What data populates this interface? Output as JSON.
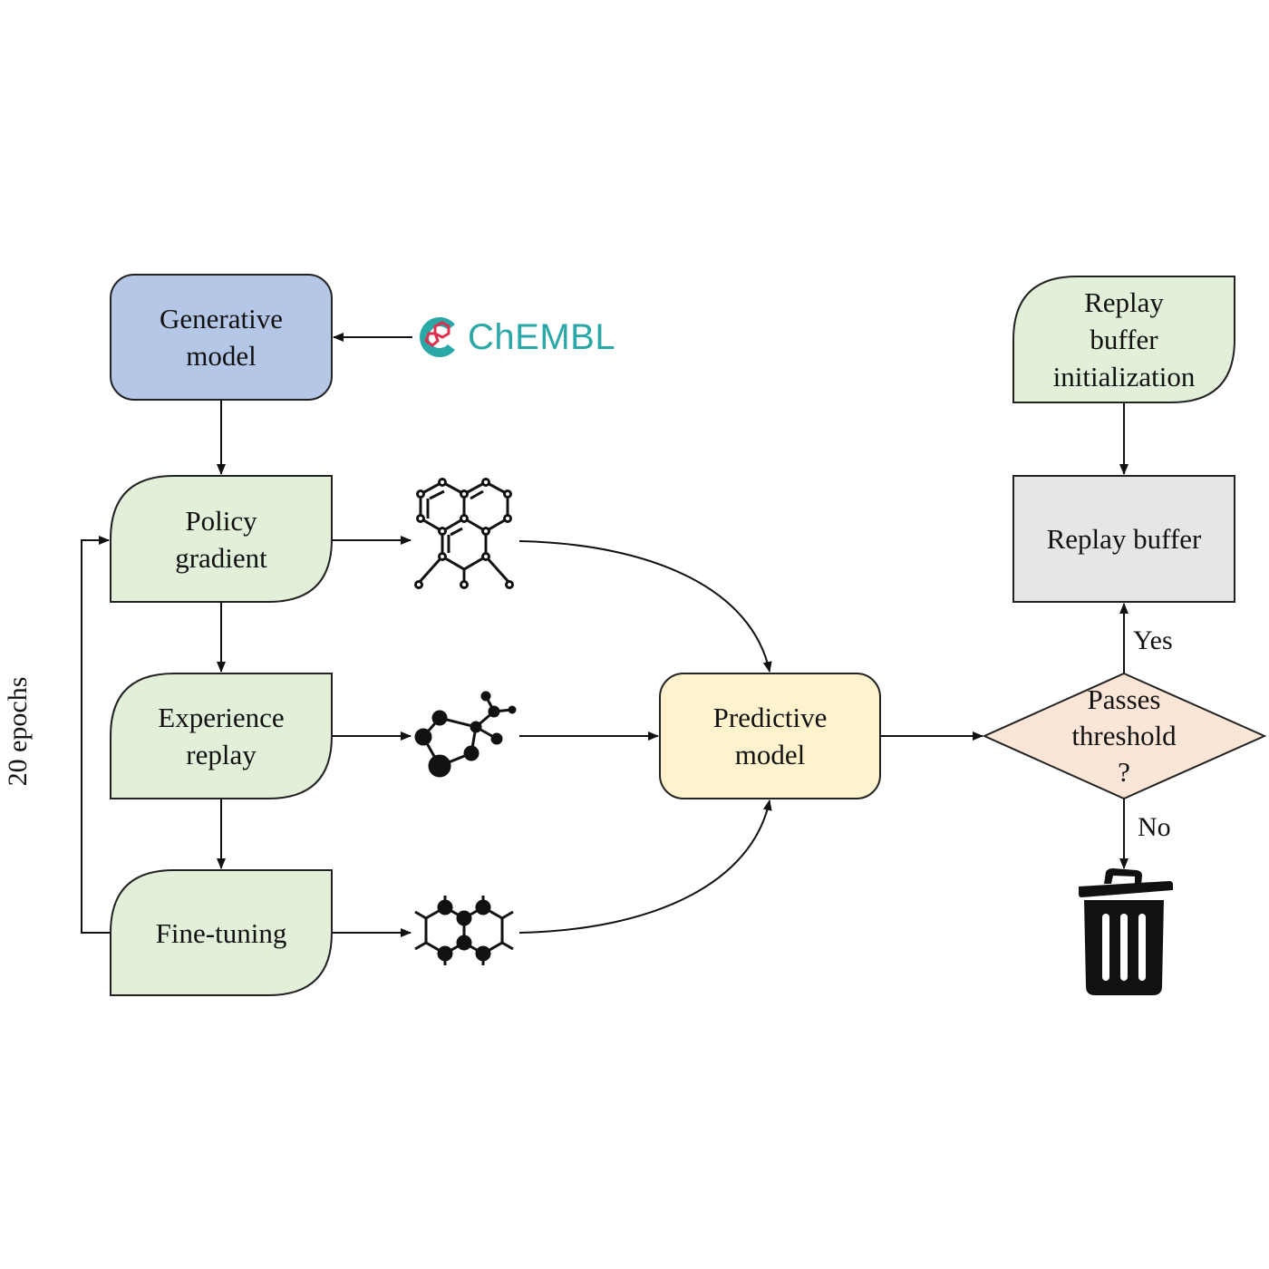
{
  "nodes": {
    "generative_model": {
      "label": "Generative\nmodel",
      "color": "#b4c7e7"
    },
    "policy_gradient": {
      "label": "Policy\ngradient",
      "color": "#e2efd9"
    },
    "experience_replay": {
      "label": "Experience\nreplay",
      "color": "#e2efd9"
    },
    "fine_tuning": {
      "label": "Fine-tuning",
      "color": "#e2efd9"
    },
    "predictive_model": {
      "label": "Predictive\nmodel",
      "color": "#fff2cc"
    },
    "replay_buffer_init": {
      "label": "Replay\nbuffer\ninitialization",
      "color": "#e2efd9"
    },
    "replay_buffer": {
      "label": "Replay buffer",
      "color": "#e7e6e6"
    },
    "decision": {
      "label": "Passes\nthreshold\n?",
      "color": "#fbe5d6"
    }
  },
  "source": {
    "name": "ChEMBL",
    "text_color": "#2aa8a8",
    "accent_color": "#e0304e"
  },
  "loop_label": "20 epochs",
  "branches": {
    "yes": "Yes",
    "no": "No"
  },
  "icons": [
    "molecule-icon-hexagonal",
    "molecule-icon-ball-stick",
    "molecule-icon-naphthalene",
    "trash-icon"
  ]
}
